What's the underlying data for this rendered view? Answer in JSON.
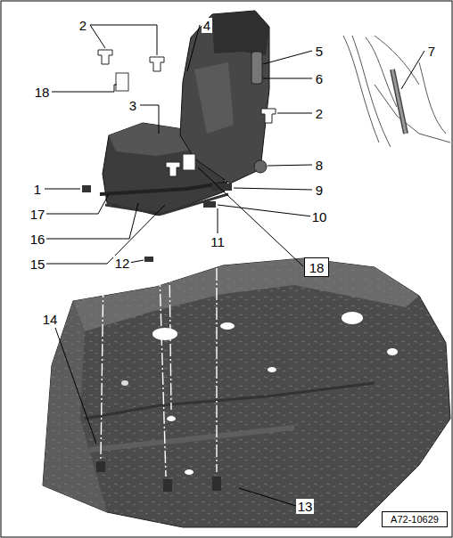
{
  "diagram": {
    "nodes": [
      {
        "text": [
          "18"
        ]
      },
      {
        "text": [
          "A72-10629"
        ]
      }
    ],
    "labels": [
      "2",
      "4",
      "18",
      "5",
      "6",
      "7",
      "3",
      "2",
      "8",
      "1",
      "9",
      "17",
      "10",
      "16",
      "15",
      "11",
      "12",
      "14",
      "13"
    ]
  }
}
